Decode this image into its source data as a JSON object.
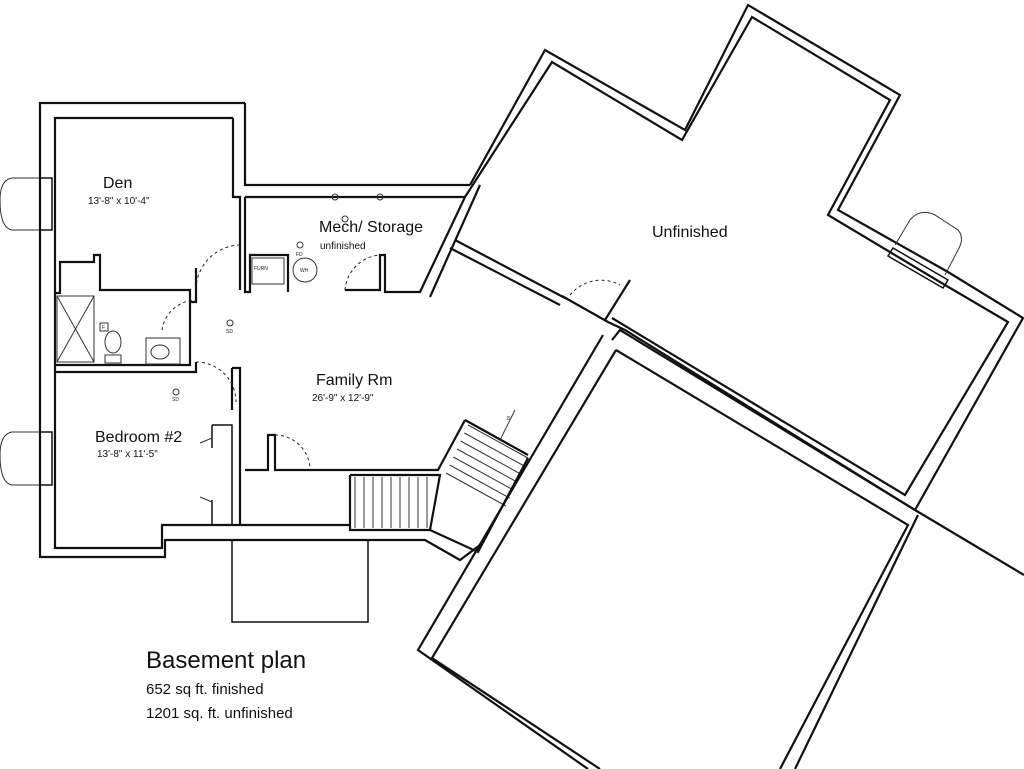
{
  "rooms": {
    "den": {
      "name": "Den",
      "dims": "13'-8\" x 10'-4\""
    },
    "mech": {
      "name": "Mech/ Storage",
      "note": "unfinished",
      "furnace": "FURN",
      "water_heater": "WH",
      "floor_drain": "FD"
    },
    "unfinished": {
      "name": "Unfinished"
    },
    "family": {
      "name": "Family Rm",
      "dims": "26'-9\" x 12'-9\""
    },
    "bedroom2": {
      "name": "Bedroom #2",
      "dims": "13'-8\" x 11'-5\""
    },
    "smoke_detector": "SD",
    "stair_label": "8",
    "fan": "F"
  },
  "caption": {
    "title": "Basement plan",
    "finished": "652 sq ft. finished",
    "unfinished": "1201 sq. ft. unfinished"
  }
}
